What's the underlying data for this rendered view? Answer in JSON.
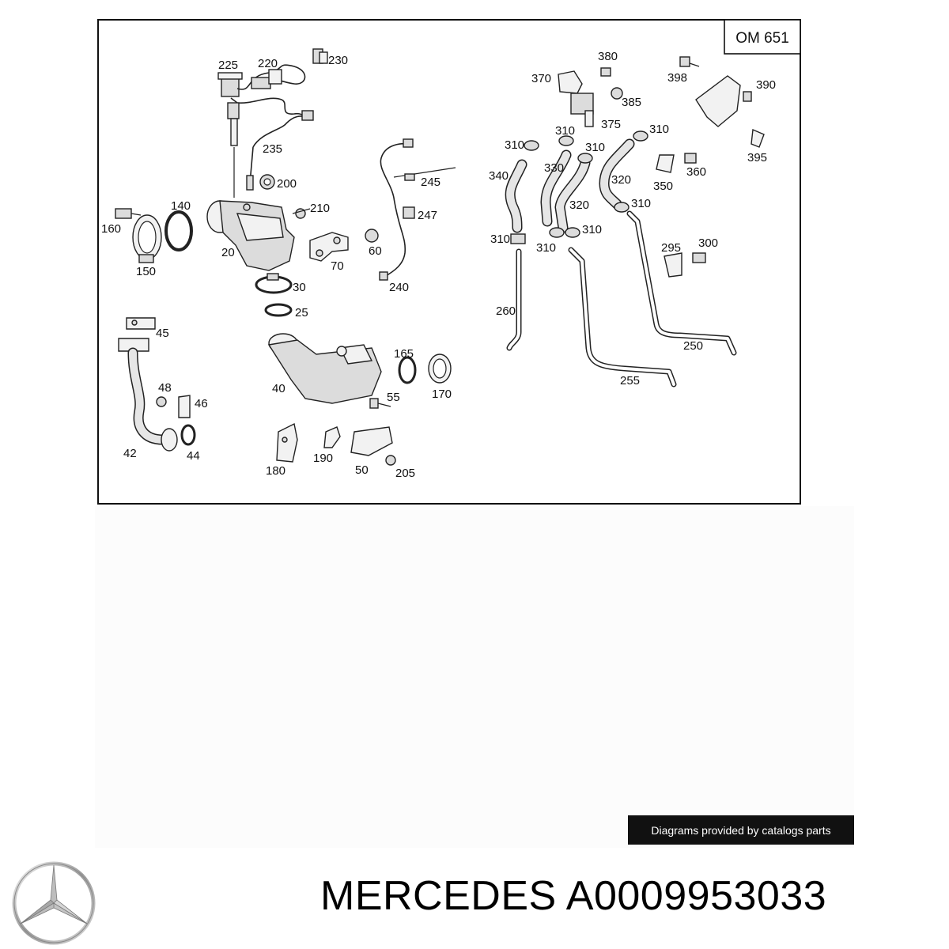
{
  "diagram": {
    "model": "OM 651",
    "callouts": [
      "225",
      "220",
      "230",
      "235",
      "200",
      "210",
      "140",
      "160",
      "150",
      "20",
      "70",
      "60",
      "30",
      "25",
      "45",
      "40",
      "165",
      "170",
      "55",
      "48",
      "46",
      "42",
      "44",
      "180",
      "190",
      "50",
      "205",
      "245",
      "247",
      "240",
      "380",
      "370",
      "385",
      "375",
      "398",
      "390",
      "395",
      "310",
      "340",
      "330",
      "320",
      "360",
      "350",
      "260",
      "250",
      "255",
      "295",
      "300"
    ]
  },
  "footer": {
    "credit": "Diagrams provided by catalogs parts",
    "brand": "MERCEDES",
    "part_number": "A0009953033",
    "title": "MERCEDES A0009953033"
  },
  "icons": {
    "brand_logo": "mercedes-star-icon"
  }
}
